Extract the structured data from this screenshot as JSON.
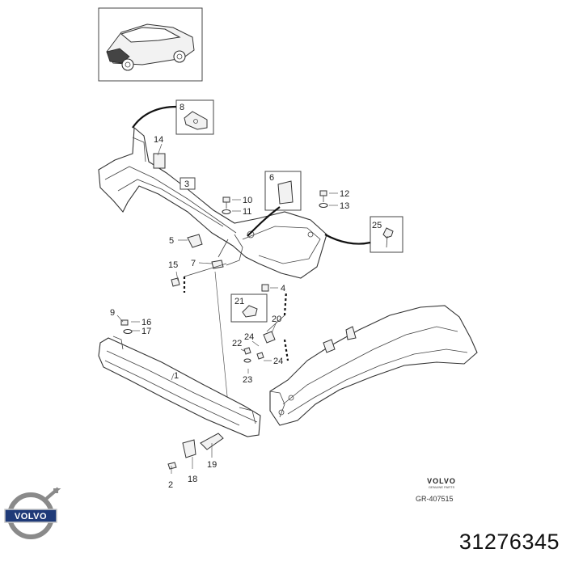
{
  "diagram": {
    "callouts": [
      "1",
      "2",
      "3",
      "4",
      "5",
      "6",
      "7",
      "8",
      "9",
      "10",
      "11",
      "12",
      "13",
      "14",
      "15",
      "16",
      "17",
      "18",
      "19",
      "20",
      "21",
      "22",
      "23",
      "24",
      "24",
      "25"
    ],
    "brand_text": "VOLVO",
    "brand_subtext": "GENUINE PARTS",
    "reference_code": "GR-407515"
  },
  "footer": {
    "logo_text": "VOLVO",
    "part_number": "31276345"
  }
}
